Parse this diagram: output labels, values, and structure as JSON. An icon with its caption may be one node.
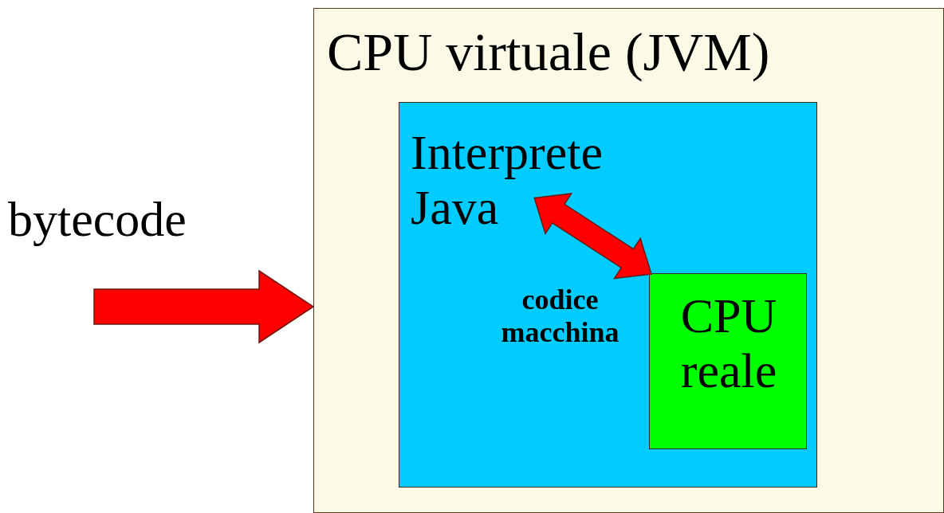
{
  "diagram": {
    "nodes": [
      {
        "text": [
          "CPU virtuale (JVM)"
        ]
      },
      {
        "text": [
          "Interprete Java"
        ],
        "in": 0
      },
      {
        "text": [
          "CPU reale"
        ],
        "in": 1
      }
    ],
    "edges": [
      {
        "from": null,
        "to": 0,
        "arrow": "to",
        "label": "bytecode",
        "color": "#ff0000"
      },
      {
        "from": 1,
        "to": 2,
        "arrow": "both",
        "label": "codice macchina",
        "color": "#ff0000"
      }
    ]
  }
}
